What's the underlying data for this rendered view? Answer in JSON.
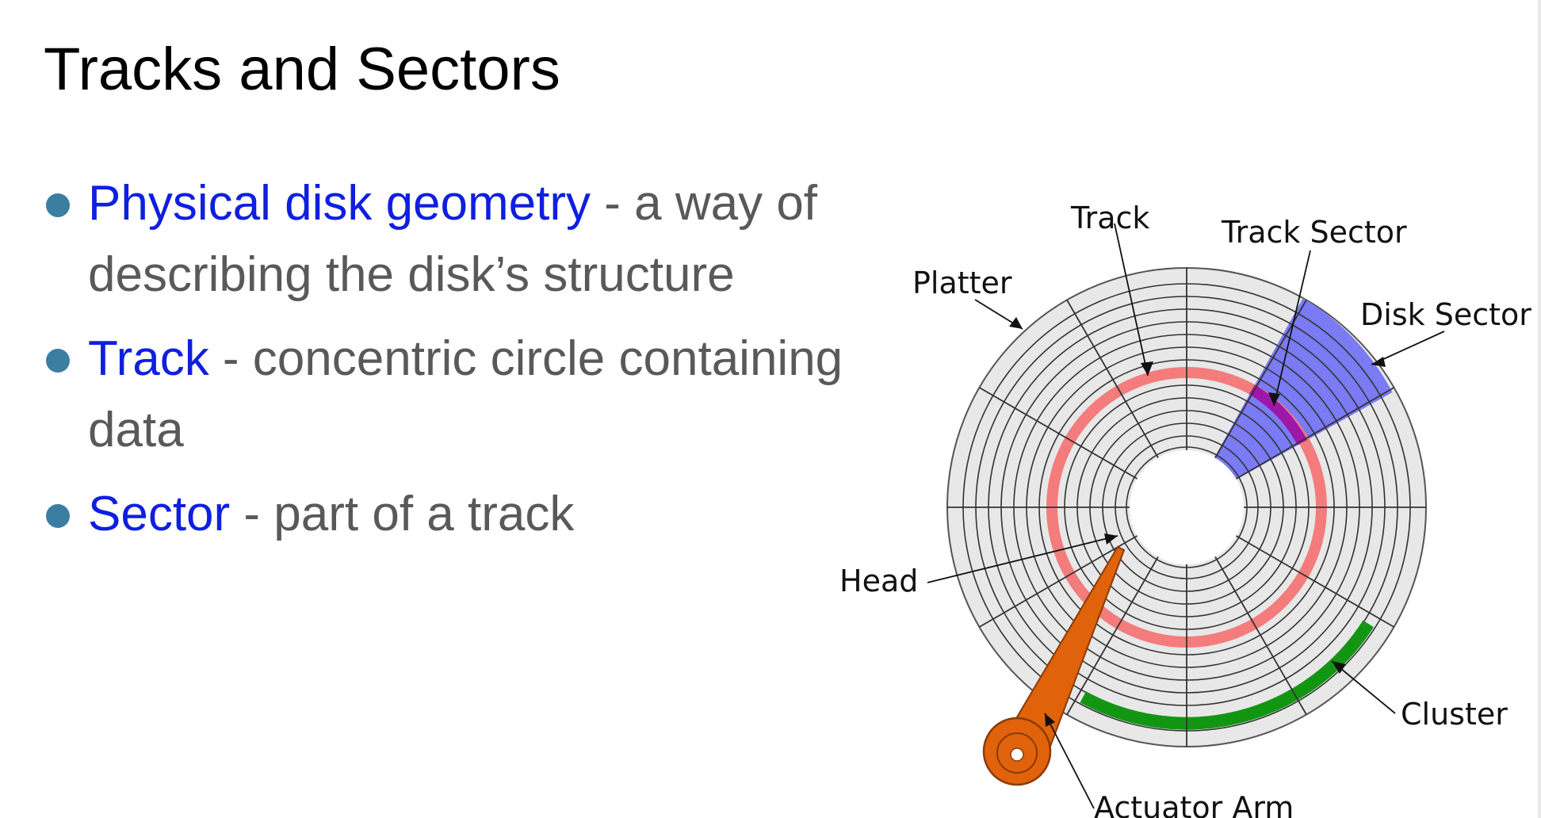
{
  "slide": {
    "title": "Tracks and Sectors",
    "bullets": [
      {
        "term": "Physical disk geometry",
        "text": " - a way of describing the disk’s structure"
      },
      {
        "term": "Track",
        "text": " - concentric circle containing data"
      },
      {
        "term": "Sector",
        "text": " - part of a track"
      }
    ]
  },
  "diagram": {
    "labels": {
      "track": "Track",
      "track_sector": "Track Sector",
      "platter": "Platter",
      "disk_sector": "Disk Sector",
      "head": "Head",
      "cluster": "Cluster",
      "actuator_arm": "Actuator Arm"
    },
    "colors": {
      "platter_fill": "#e8e8e8",
      "track_highlight": "#f47c7c",
      "disk_sector": "#7b7bf5",
      "track_sector": "#9d17a8",
      "cluster": "#129612",
      "actuator_arm": "#e0620a",
      "bullet": "#3b7ea1",
      "term_text": "#0f1fe0",
      "body_text": "#595959"
    }
  }
}
